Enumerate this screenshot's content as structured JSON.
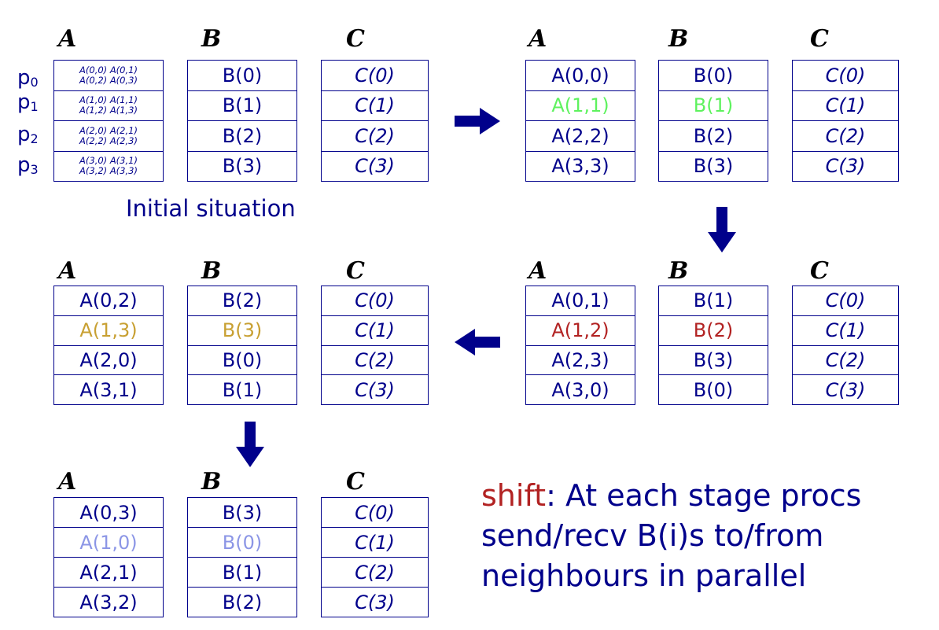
{
  "caption": "Initial situation",
  "procs": [
    {
      "letter": "p",
      "sub": "0"
    },
    {
      "letter": "p",
      "sub": "1"
    },
    {
      "letter": "p",
      "sub": "2"
    },
    {
      "letter": "p",
      "sub": "3"
    }
  ],
  "header_labels": {
    "a": "A",
    "b": "B",
    "c": "C"
  },
  "note": {
    "keyword": "shift",
    "text": ": At each stage procs send/recv B(i)s to/from neighbours in parallel"
  },
  "colors": {
    "main": "#00008b",
    "highlight_stage1": "#5ef25e",
    "highlight_stage2": "#b22222",
    "highlight_stage3": "#c8a032",
    "highlight_stage4": "#8c96e6",
    "keyword": "#b22222"
  },
  "initial": {
    "A": [
      [
        "A(0,0) A(0,1)",
        "A(0,2) A(0,3)"
      ],
      [
        "A(1,0) A(1,1)",
        "A(1,2) A(1,3)"
      ],
      [
        "A(2,0) A(2,1)",
        "A(2,2) A(2,3)"
      ],
      [
        "A(3,0) A(3,1)",
        "A(3,2) A(3,3)"
      ]
    ],
    "B": [
      "B(0)",
      "B(1)",
      "B(2)",
      "B(3)"
    ],
    "C": [
      "C(0)",
      "C(1)",
      "C(2)",
      "C(3)"
    ]
  },
  "stages": [
    {
      "A": [
        "A(0,0)",
        "A(1,1)",
        "A(2,2)",
        "A(3,3)"
      ],
      "B": [
        "B(0)",
        "B(1)",
        "B(2)",
        "B(3)"
      ],
      "C": [
        "C(0)",
        "C(1)",
        "C(2)",
        "C(3)"
      ]
    },
    {
      "A": [
        "A(0,1)",
        "A(1,2)",
        "A(2,3)",
        "A(3,0)"
      ],
      "B": [
        "B(1)",
        "B(2)",
        "B(3)",
        "B(0)"
      ],
      "C": [
        "C(0)",
        "C(1)",
        "C(2)",
        "C(3)"
      ]
    },
    {
      "A": [
        "A(0,2)",
        "A(1,3)",
        "A(2,0)",
        "A(3,1)"
      ],
      "B": [
        "B(2)",
        "B(3)",
        "B(0)",
        "B(1)"
      ],
      "C": [
        "C(0)",
        "C(1)",
        "C(2)",
        "C(3)"
      ]
    },
    {
      "A": [
        "A(0,3)",
        "A(1,0)",
        "A(2,1)",
        "A(3,2)"
      ],
      "B": [
        "B(3)",
        "B(0)",
        "B(1)",
        "B(2)"
      ],
      "C": [
        "C(0)",
        "C(1)",
        "C(2)",
        "C(3)"
      ]
    }
  ]
}
